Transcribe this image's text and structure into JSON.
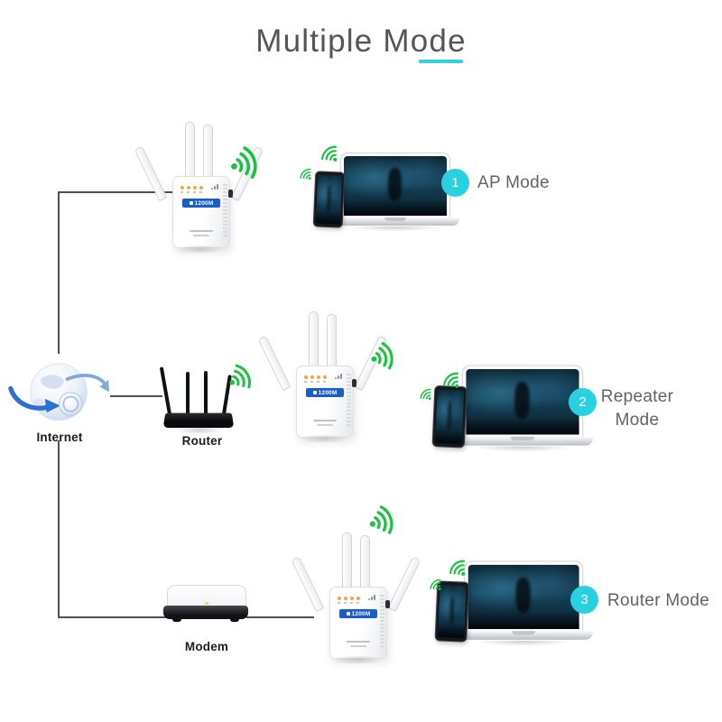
{
  "title": {
    "text": "Multiple Mode"
  },
  "nodes": {
    "internet_label": "Internet",
    "router_label": "Router",
    "modem_label": "Modem",
    "repeater_badge_text": "1200M"
  },
  "modes": [
    {
      "num": "1",
      "label": "AP Mode"
    },
    {
      "num": "2",
      "label": "Repeater Mode"
    },
    {
      "num": "3",
      "label": "Router Mode"
    }
  ],
  "colors": {
    "accent_cyan": "#29D1E0",
    "wifi_green": "#18C43F",
    "title_gray": "#555555",
    "line_gray": "#4F4F4F",
    "repeater_badge_blue": "#1A5DC8"
  }
}
